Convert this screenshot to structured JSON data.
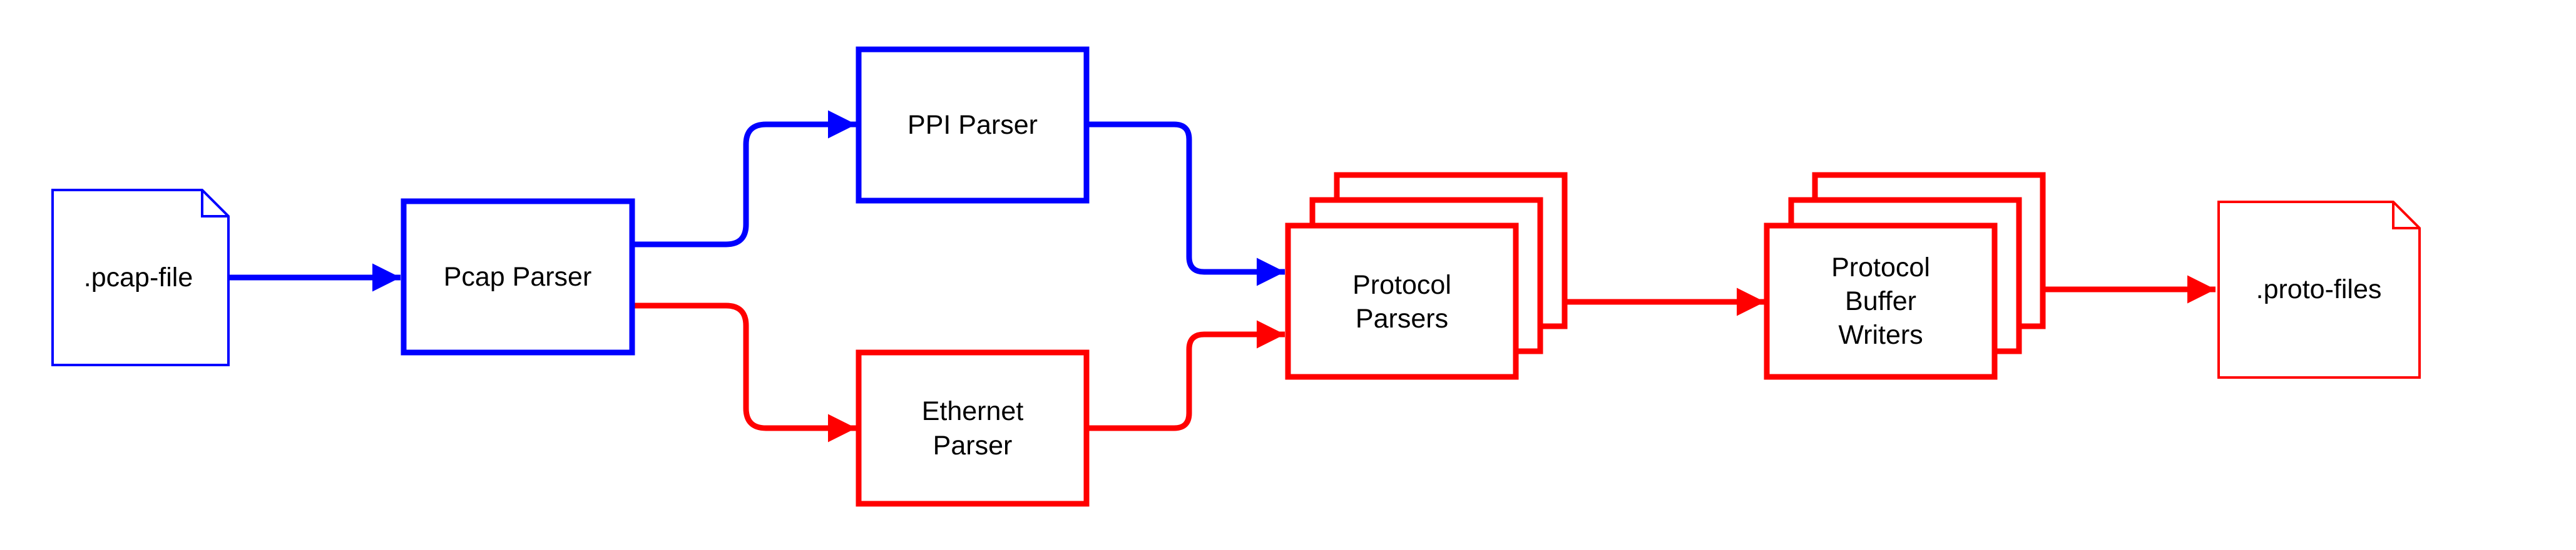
{
  "colors": {
    "blue": "#0000ff",
    "red": "#ff0000",
    "text": "#000000",
    "background": "#ffffff"
  },
  "nodes": {
    "pcap_file": {
      "label": ".pcap-file",
      "shape": "document",
      "color": "blue"
    },
    "pcap_parser": {
      "label": "Pcap Parser",
      "shape": "box",
      "color": "blue"
    },
    "ppi_parser": {
      "label": "PPI Parser",
      "shape": "box",
      "color": "blue"
    },
    "ethernet_parser": {
      "lines": [
        "Ethernet",
        "Parser"
      ],
      "shape": "box",
      "color": "red"
    },
    "protocol_parsers": {
      "lines": [
        "Protocol",
        "Parsers"
      ],
      "shape": "stacked-box",
      "color": "red"
    },
    "protocol_buffer_writers": {
      "lines": [
        "Protocol",
        "Buffer",
        "Writers"
      ],
      "shape": "stacked-box",
      "color": "red"
    },
    "proto_files": {
      "label": ".proto-files",
      "shape": "document",
      "color": "red"
    }
  },
  "edges": [
    {
      "from": "pcap_file",
      "to": "pcap_parser",
      "color": "blue"
    },
    {
      "from": "pcap_parser",
      "to": "ppi_parser",
      "color": "blue"
    },
    {
      "from": "pcap_parser",
      "to": "ethernet_parser",
      "color": "red"
    },
    {
      "from": "ppi_parser",
      "to": "protocol_parsers",
      "color": "blue"
    },
    {
      "from": "ethernet_parser",
      "to": "protocol_parsers",
      "color": "red"
    },
    {
      "from": "protocol_parsers",
      "to": "protocol_buffer_writers",
      "color": "red"
    },
    {
      "from": "protocol_buffer_writers",
      "to": "proto_files",
      "color": "red"
    }
  ]
}
